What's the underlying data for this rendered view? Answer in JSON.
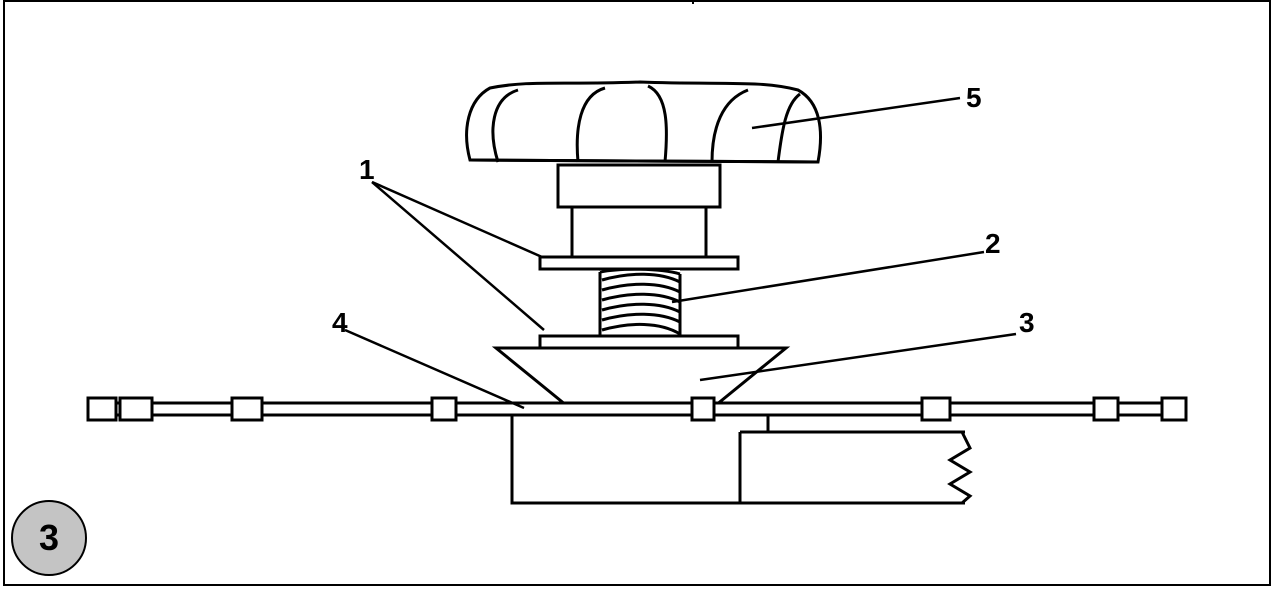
{
  "figure": {
    "step_number": "3",
    "callouts": {
      "spring_plates": "1",
      "spring": "2",
      "cone": "3",
      "blade_surface": "4",
      "knob": "5"
    }
  },
  "colors": {
    "line": "#000000",
    "badge_fill": "#c4c4c4",
    "background": "#ffffff"
  }
}
